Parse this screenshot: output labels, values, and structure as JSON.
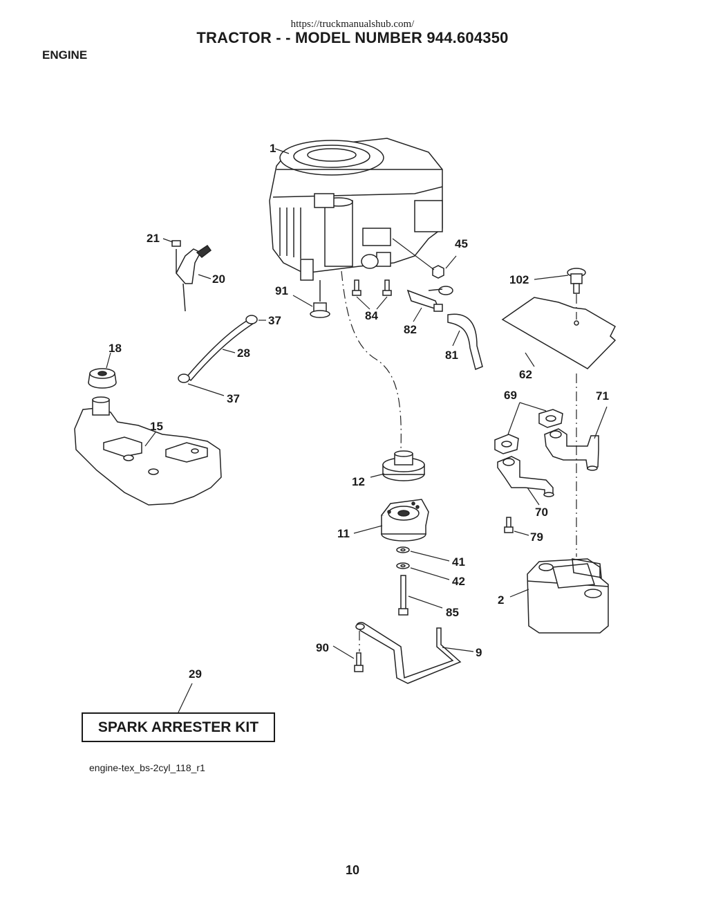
{
  "header": {
    "url": "https://truckmanualshub.com/",
    "title": "TRACTOR - - MODEL NUMBER 944.604350",
    "section": "ENGINE"
  },
  "callouts": {
    "c1": "1",
    "c2": "2",
    "c9": "9",
    "c11": "11",
    "c12": "12",
    "c15": "15",
    "c18": "18",
    "c20": "20",
    "c21": "21",
    "c28": "28",
    "c29": "29",
    "c37a": "37",
    "c37b": "37",
    "c41": "41",
    "c42": "42",
    "c45": "45",
    "c62": "62",
    "c69": "69",
    "c70": "70",
    "c71": "71",
    "c79": "79",
    "c81": "81",
    "c82": "82",
    "c84": "84",
    "c85": "85",
    "c90": "90",
    "c91": "91",
    "c102": "102"
  },
  "kit": {
    "label": "SPARK ARRESTER KIT"
  },
  "footer": {
    "filename": "engine-tex_bs-2cyl_118_r1",
    "page": "10"
  }
}
